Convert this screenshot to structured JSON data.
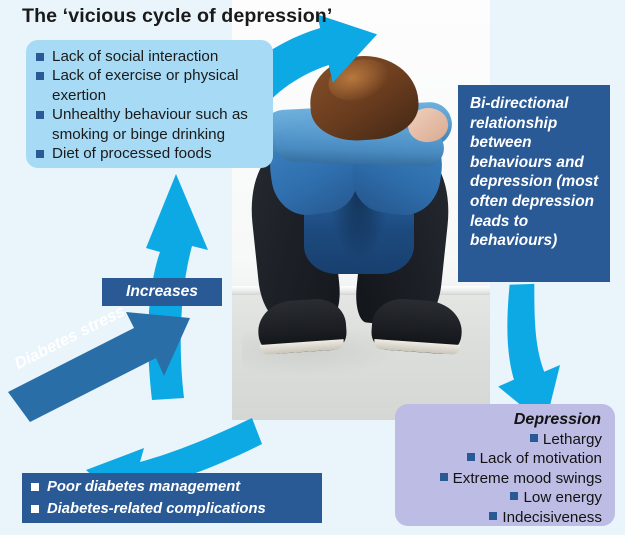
{
  "title": "The ‘vicious cycle of  depression’",
  "colors": {
    "background": "#e9f4fb",
    "cyan_arrow": "#0da9e5",
    "navy_box": "#2a5a96",
    "light_blue_box": "#a7daf4",
    "purple_box": "#bdbce4",
    "text_dark": "#1a1a1a",
    "text_light": "#ffffff"
  },
  "behaviours_box": {
    "items": [
      "Lack of social interaction",
      "Lack of exercise or physical exertion",
      "Unhealthy behaviour such as smoking or binge drinking",
      "Diet of processed foods"
    ]
  },
  "bidirectional_box": {
    "text": "Bi-directional relationship between behaviours and depression (most often depression leads to behaviours)"
  },
  "depression_box": {
    "title": "Depression",
    "items": [
      "Lethargy",
      "Lack of motivation",
      "Extreme mood swings",
      "Low energy",
      "Indecisiveness"
    ]
  },
  "outcomes_box": {
    "items": [
      "Poor diabetes management",
      "Diabetes-related complications"
    ]
  },
  "labels": {
    "increases": "Increases",
    "diabetes_stress": "Diabetes stress"
  },
  "photo": {
    "description": "Person sitting on floor against wall, knees drawn up, head down on arms, wearing blue sweater, dark jeans and black trainers"
  }
}
